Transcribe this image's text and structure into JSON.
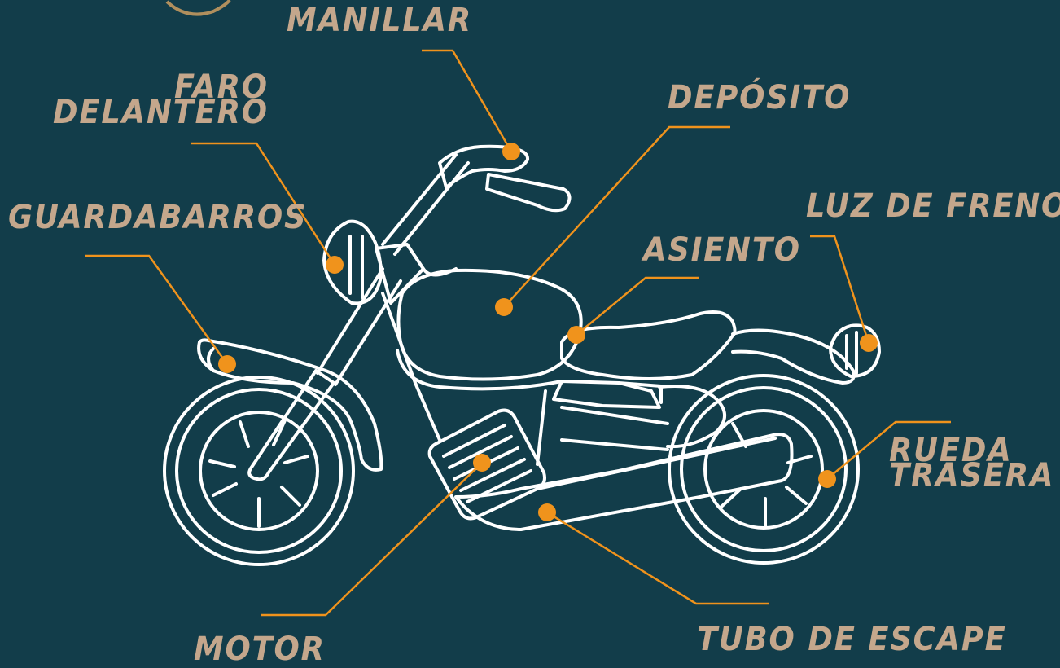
{
  "colors": {
    "background": "#123d4a",
    "label_text": "#c4a78c",
    "leader_line": "#f0931c",
    "marker_dot": "#f0931c",
    "outline": "#ffffff"
  },
  "parts": {
    "manillar": "MANILLAR",
    "faro_line1": "FARO",
    "faro_line2": "DELANTERO",
    "deposito": "DEPÓSITO",
    "guardabarros": "GUARDABARROS",
    "luz_de_freno": "LUZ DE FRENO",
    "asiento": "ASIENTO",
    "rueda_line1": "RUEDA",
    "rueda_line2": "TRASERA",
    "motor": "MOTOR",
    "tubo_de_escape": "TUBO DE ESCAPE"
  }
}
